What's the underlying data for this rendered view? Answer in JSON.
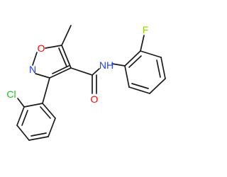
{
  "molecule": {
    "atoms": {
      "o1": {
        "text": "O",
        "color": "#ff0000"
      },
      "n2": {
        "text": "N",
        "color": "#1f3fff"
      },
      "nh": {
        "text": "NH",
        "color": "#1f3fff"
      },
      "o_carbonyl": {
        "text": "O",
        "color": "#ff0000"
      },
      "f": {
        "text": "F",
        "color": "#8fd400"
      },
      "cl": {
        "text": "Cl",
        "color": "#1fbf1f"
      }
    },
    "bond_color": "#1a1a1a"
  }
}
